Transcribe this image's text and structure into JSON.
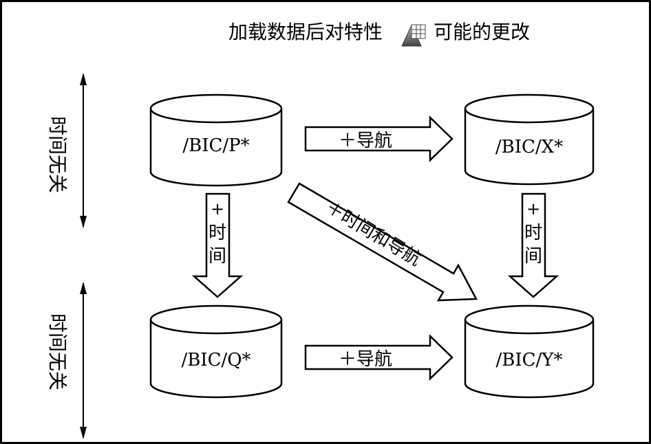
{
  "title": {
    "before": "加载数据后对特性",
    "icon": "characteristic-table-icon",
    "after": "可能的更改"
  },
  "time_axes": {
    "upper_label": "时间无关",
    "lower_label": "时间无关"
  },
  "tables": {
    "p": "/BIC/P*",
    "x": "/BIC/X*",
    "q": "/BIC/Q*",
    "y": "/BIC/Y*"
  },
  "arrows": {
    "p_to_x": "＋导航",
    "q_to_y": "＋导航",
    "p_to_y": "＋时间和导航",
    "p_to_q": {
      "plus": "+",
      "c1": "时",
      "c2": "间"
    },
    "x_to_y": {
      "plus": "+",
      "c1": "时",
      "c2": "间"
    }
  },
  "colors": {
    "stroke": "#000000",
    "background": "#ffffff",
    "frame": "#000000"
  }
}
